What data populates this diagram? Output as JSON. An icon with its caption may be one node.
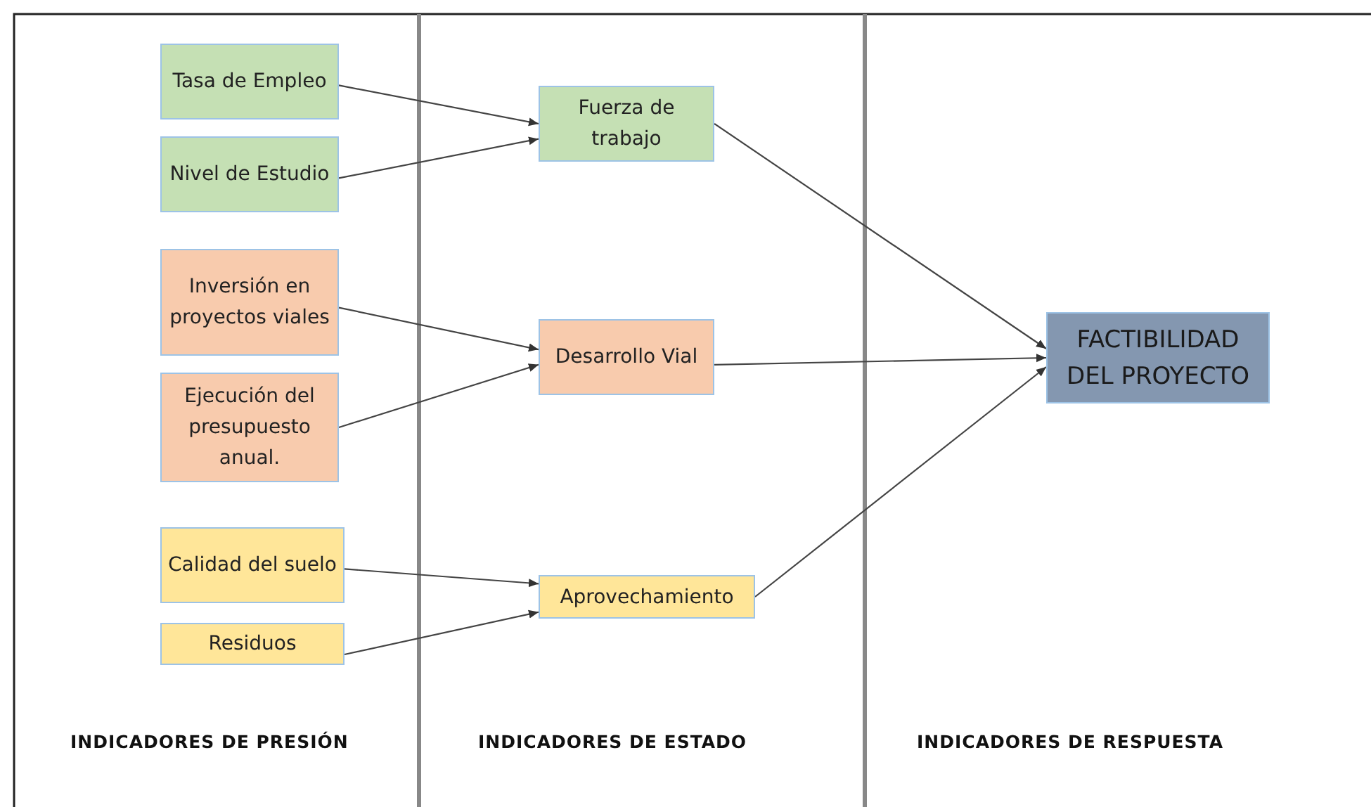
{
  "diagram": {
    "nodes": [
      {
        "text": [
          "Tasa de Empleo"
        ]
      },
      {
        "text": [
          "Nivel de Estudio"
        ]
      },
      {
        "text": [
          "Inversión en proyectos viales"
        ]
      },
      {
        "text": [
          "Ejecución del presupuesto anual."
        ]
      },
      {
        "text": [
          "Calidad del suelo"
        ]
      },
      {
        "text": [
          "Residuos"
        ]
      },
      {
        "text": [
          "Fuerza de trabajo"
        ]
      },
      {
        "text": [
          "Desarrollo Vial"
        ]
      },
      {
        "text": [
          "Aprovechamiento"
        ]
      },
      {
        "text": [
          "FACTIBILIDAD DEL PROYECTO"
        ]
      }
    ],
    "edges": [
      {
        "from": 0,
        "to": 6,
        "arrow": "to"
      },
      {
        "from": 1,
        "to": 6,
        "arrow": "to"
      },
      {
        "from": 2,
        "to": 7,
        "arrow": "to"
      },
      {
        "from": 3,
        "to": 7,
        "arrow": "to"
      },
      {
        "from": 4,
        "to": 8,
        "arrow": "to"
      },
      {
        "from": 5,
        "to": 8,
        "arrow": "to"
      },
      {
        "from": 6,
        "to": 9,
        "arrow": "to"
      },
      {
        "from": 7,
        "to": 9,
        "arrow": "to"
      },
      {
        "from": 8,
        "to": 9,
        "arrow": "to"
      }
    ],
    "labels": [
      "INDICADORES DE PRESIÓN",
      "INDICADORES DE ESTADO",
      "INDICADORES DE RESPUESTA"
    ]
  }
}
